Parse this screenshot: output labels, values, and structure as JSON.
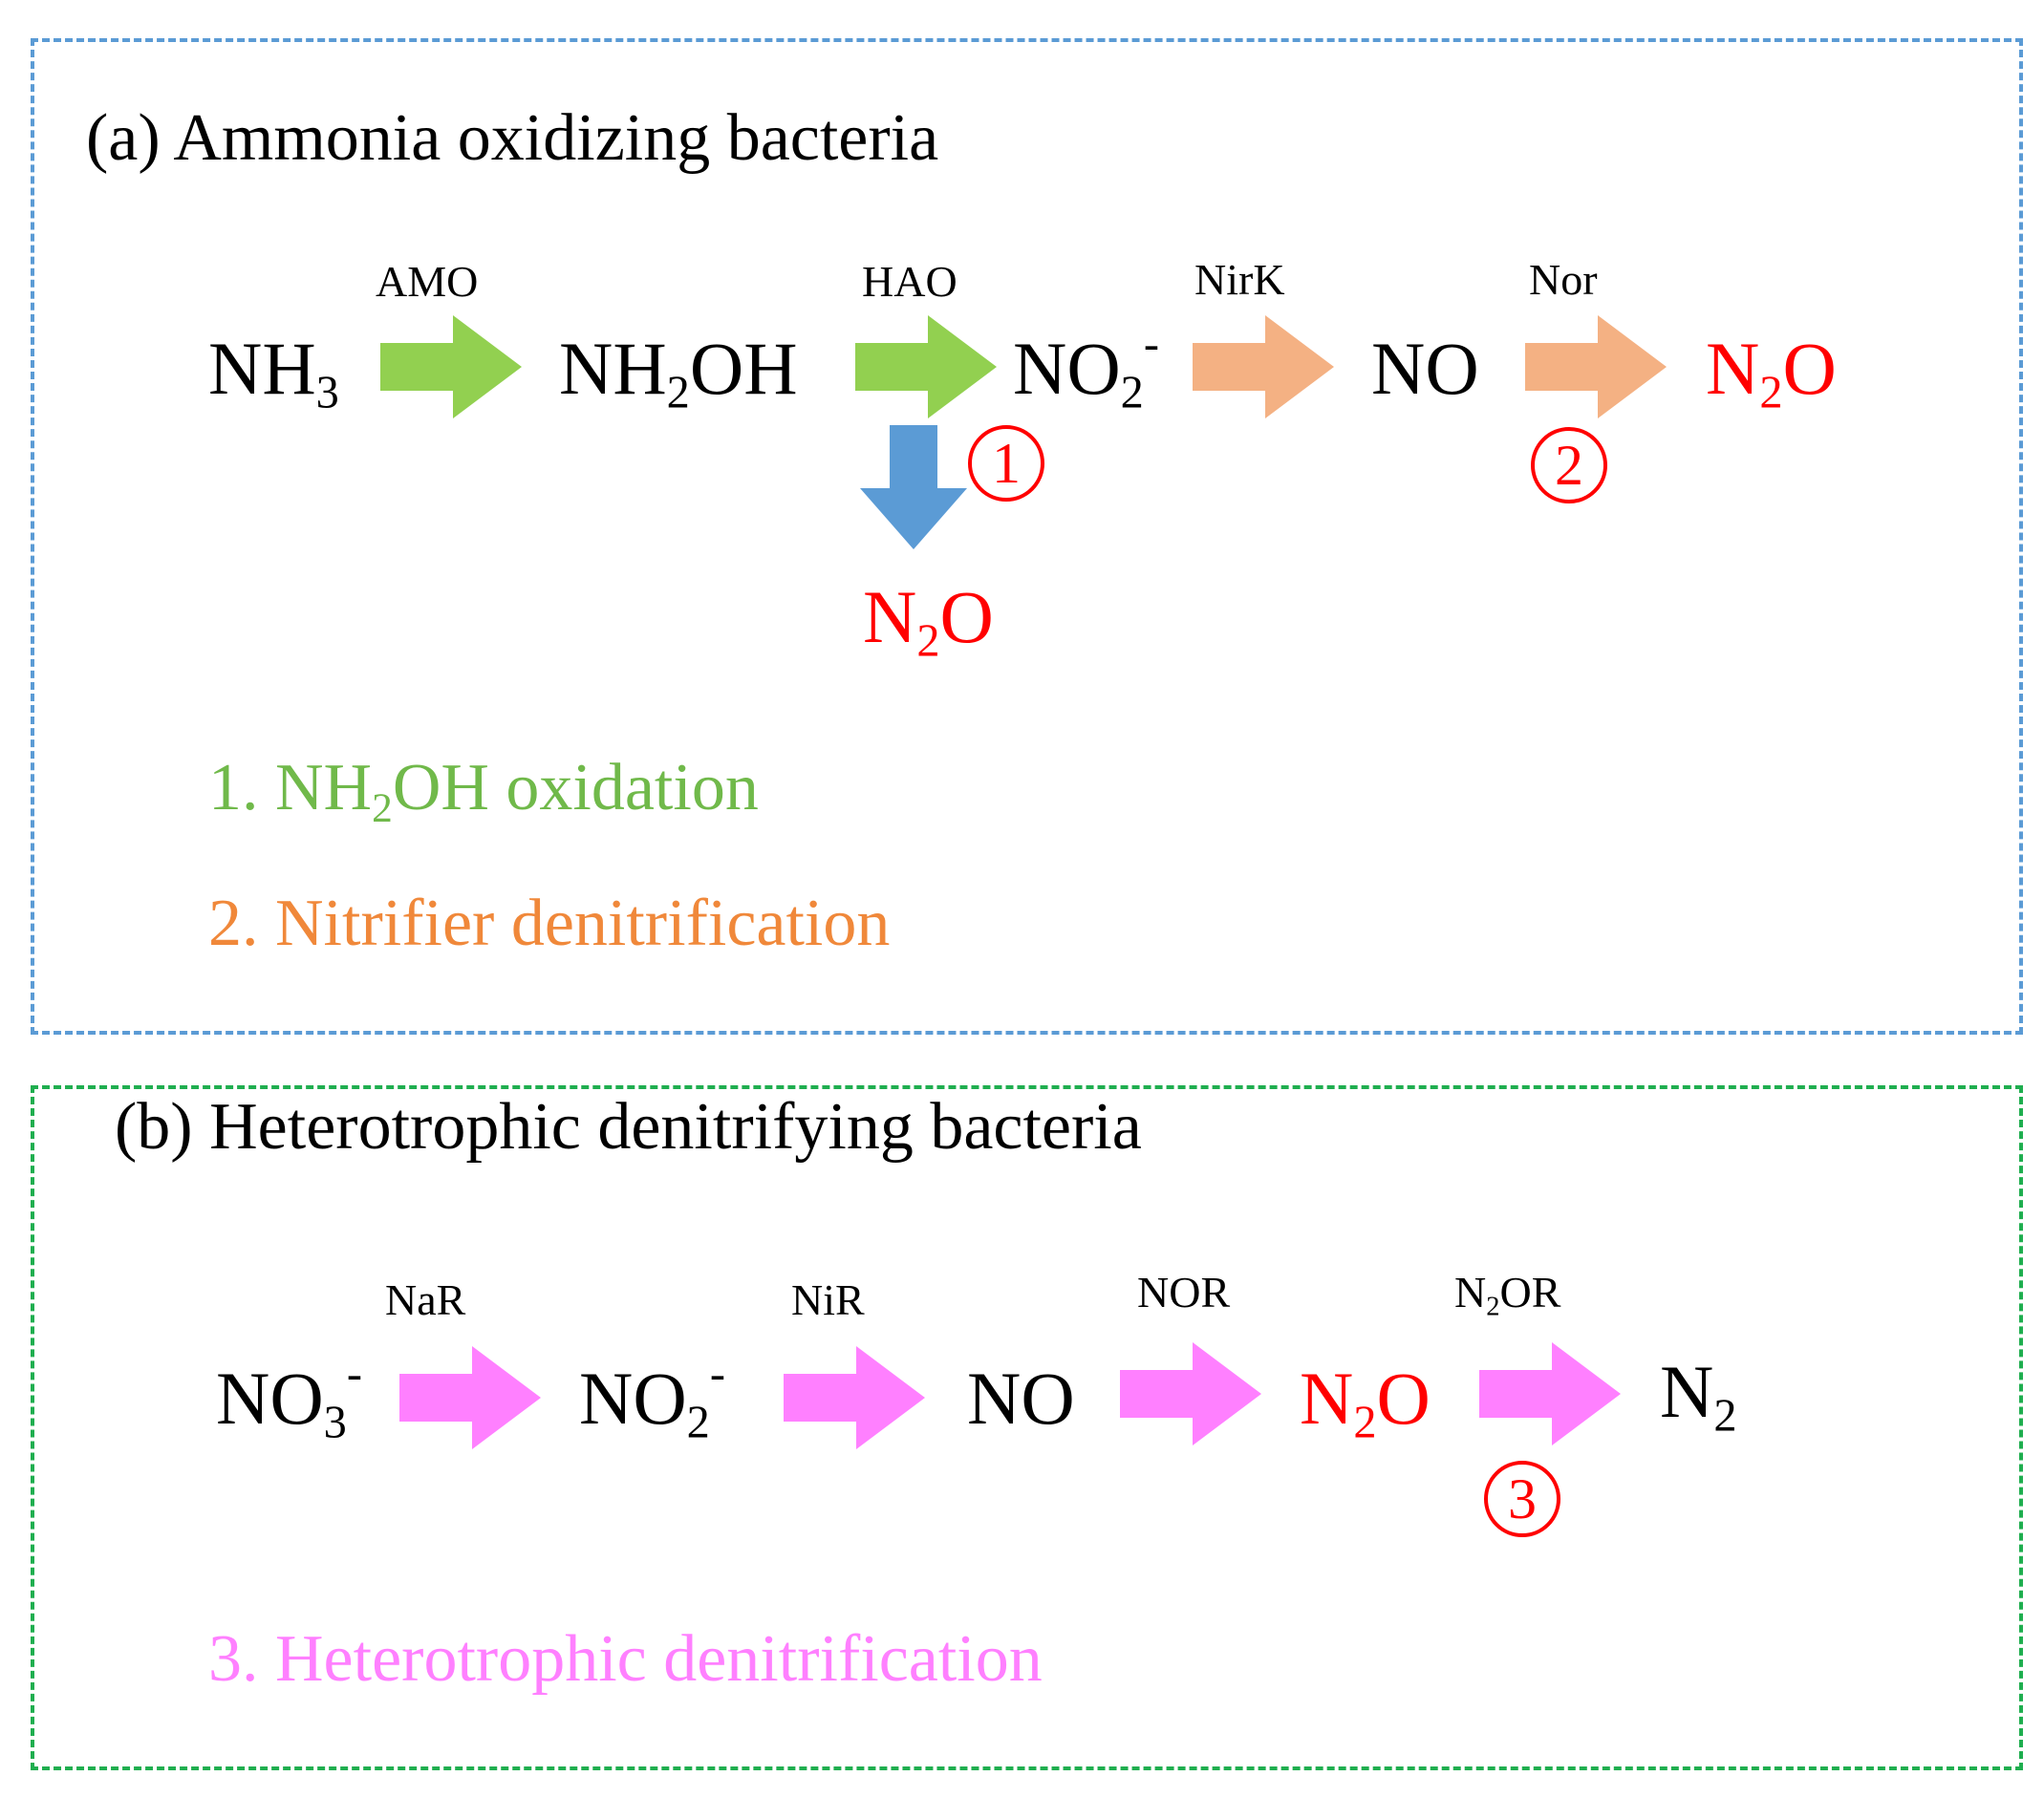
{
  "panel_a": {
    "title": "(a) Ammonia oxidizing bacteria",
    "species": {
      "nh3": {
        "base": "NH",
        "sub": "3"
      },
      "nh2oh": {
        "pre": "NH",
        "sub": "2",
        "post": "OH"
      },
      "no2": {
        "base": "NO",
        "sub": "2",
        "sup": "-"
      },
      "no": "NO",
      "n2o_right": {
        "pre": "N",
        "sub": "2",
        "post": "O"
      },
      "n2o_down": {
        "pre": "N",
        "sub": "2",
        "post": "O"
      }
    },
    "enzymes": [
      "AMO",
      "HAO",
      "NirK",
      "Nor"
    ],
    "markers": [
      "1",
      "2"
    ],
    "legend": [
      {
        "number": "1.",
        "pre": "NH",
        "sub": "2",
        "post": "OH oxidation"
      },
      {
        "text": "2. Nitrifier denitrification"
      }
    ]
  },
  "panel_b": {
    "title": "(b) Heterotrophic denitrifying bacteria",
    "species": {
      "no3": {
        "base": "NO",
        "sub": "3",
        "sup": "-"
      },
      "no2": {
        "base": "NO",
        "sub": "2",
        "sup": "-"
      },
      "no": "NO",
      "n2o": {
        "pre": "N",
        "sub": "2",
        "post": "O"
      },
      "n2": {
        "base": "N",
        "sub": "2"
      }
    },
    "enzymes": {
      "nar": "NaR",
      "nir": "NiR",
      "nor": "NOR",
      "n2or": {
        "pre": "N",
        "sub": "2",
        "post": "OR"
      }
    },
    "markers": [
      "3"
    ],
    "legend": [
      {
        "text": "3. Heterotrophic denitrification"
      }
    ]
  },
  "colors": {
    "panel_a_border": "#5b9bd5",
    "panel_b_border": "#1fae4f",
    "green_arrow": "#92d050",
    "orange_arrow": "#f4b183",
    "blue_arrow": "#5b9bd5",
    "pink_arrow": "#ff80ff",
    "n2o_red": "#ff0000",
    "legend_green": "#70b94a",
    "legend_orange": "#f0883a",
    "legend_pink": "#ff80ff"
  },
  "icons": {
    "pathway_arrow": "right-arrow-icon",
    "branch_arrow": "down-arrow-icon"
  }
}
